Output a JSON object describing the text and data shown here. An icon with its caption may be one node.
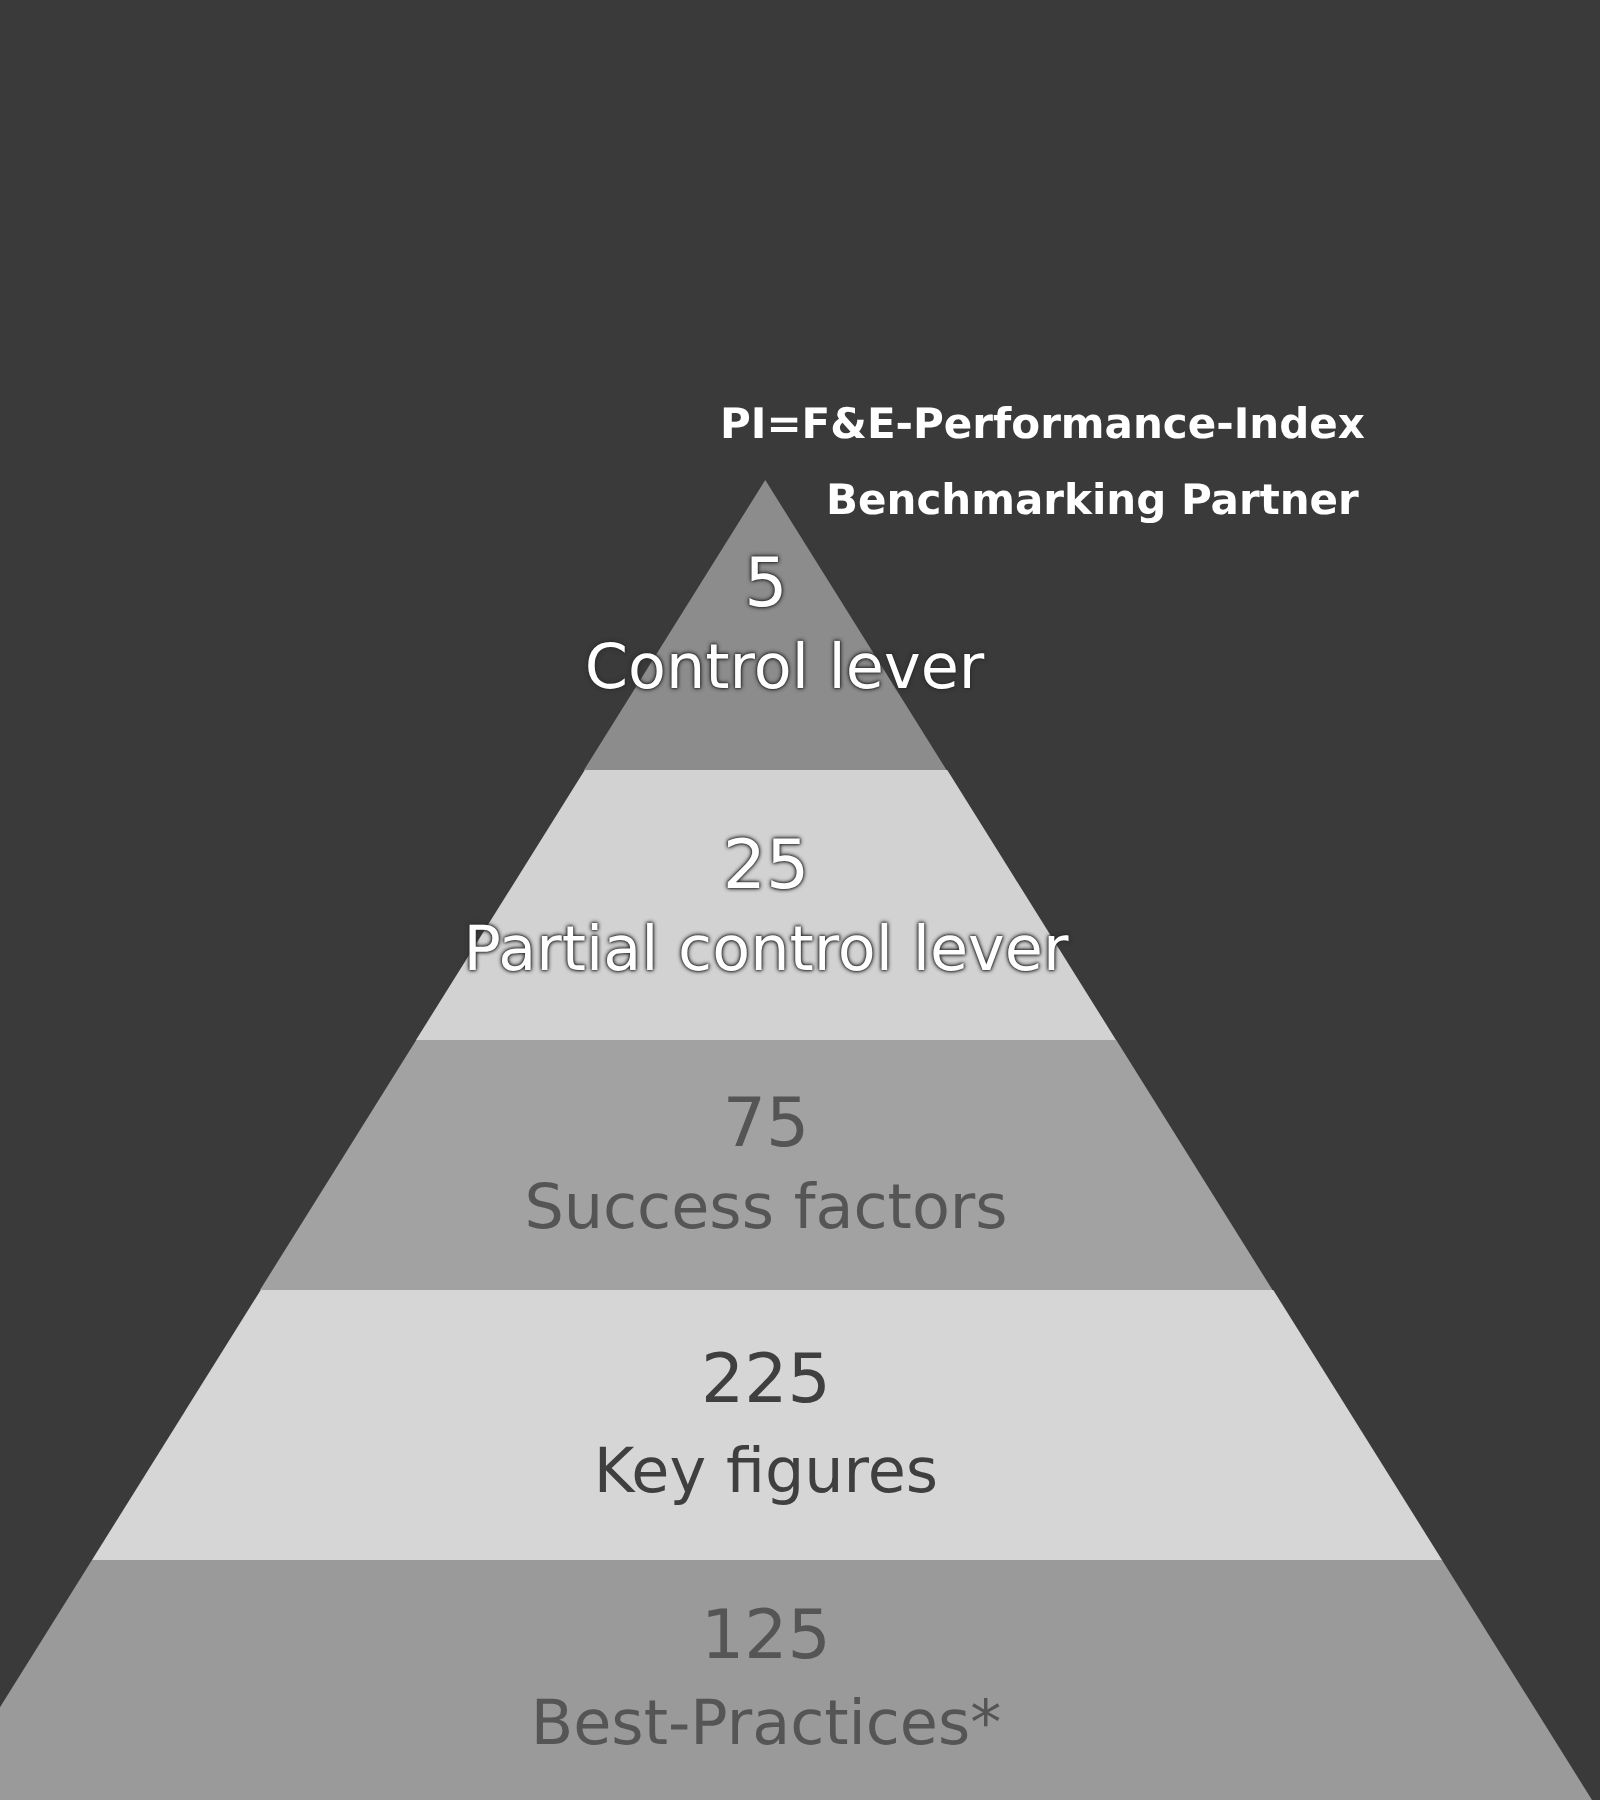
{
  "diagram": {
    "nodes": [
      {
        "text": [
          "5",
          "Control lever"
        ]
      },
      {
        "text": [
          "25",
          "Partial control lever"
        ]
      },
      {
        "text": [
          "75",
          "Success factors"
        ]
      },
      {
        "text": [
          "225",
          "Key figures"
        ]
      },
      {
        "text": [
          "125",
          "Best-Practices*"
        ]
      }
    ],
    "labels": [
      "PI=F&E-Performance-Index",
      "Benchmarking Partner"
    ]
  }
}
